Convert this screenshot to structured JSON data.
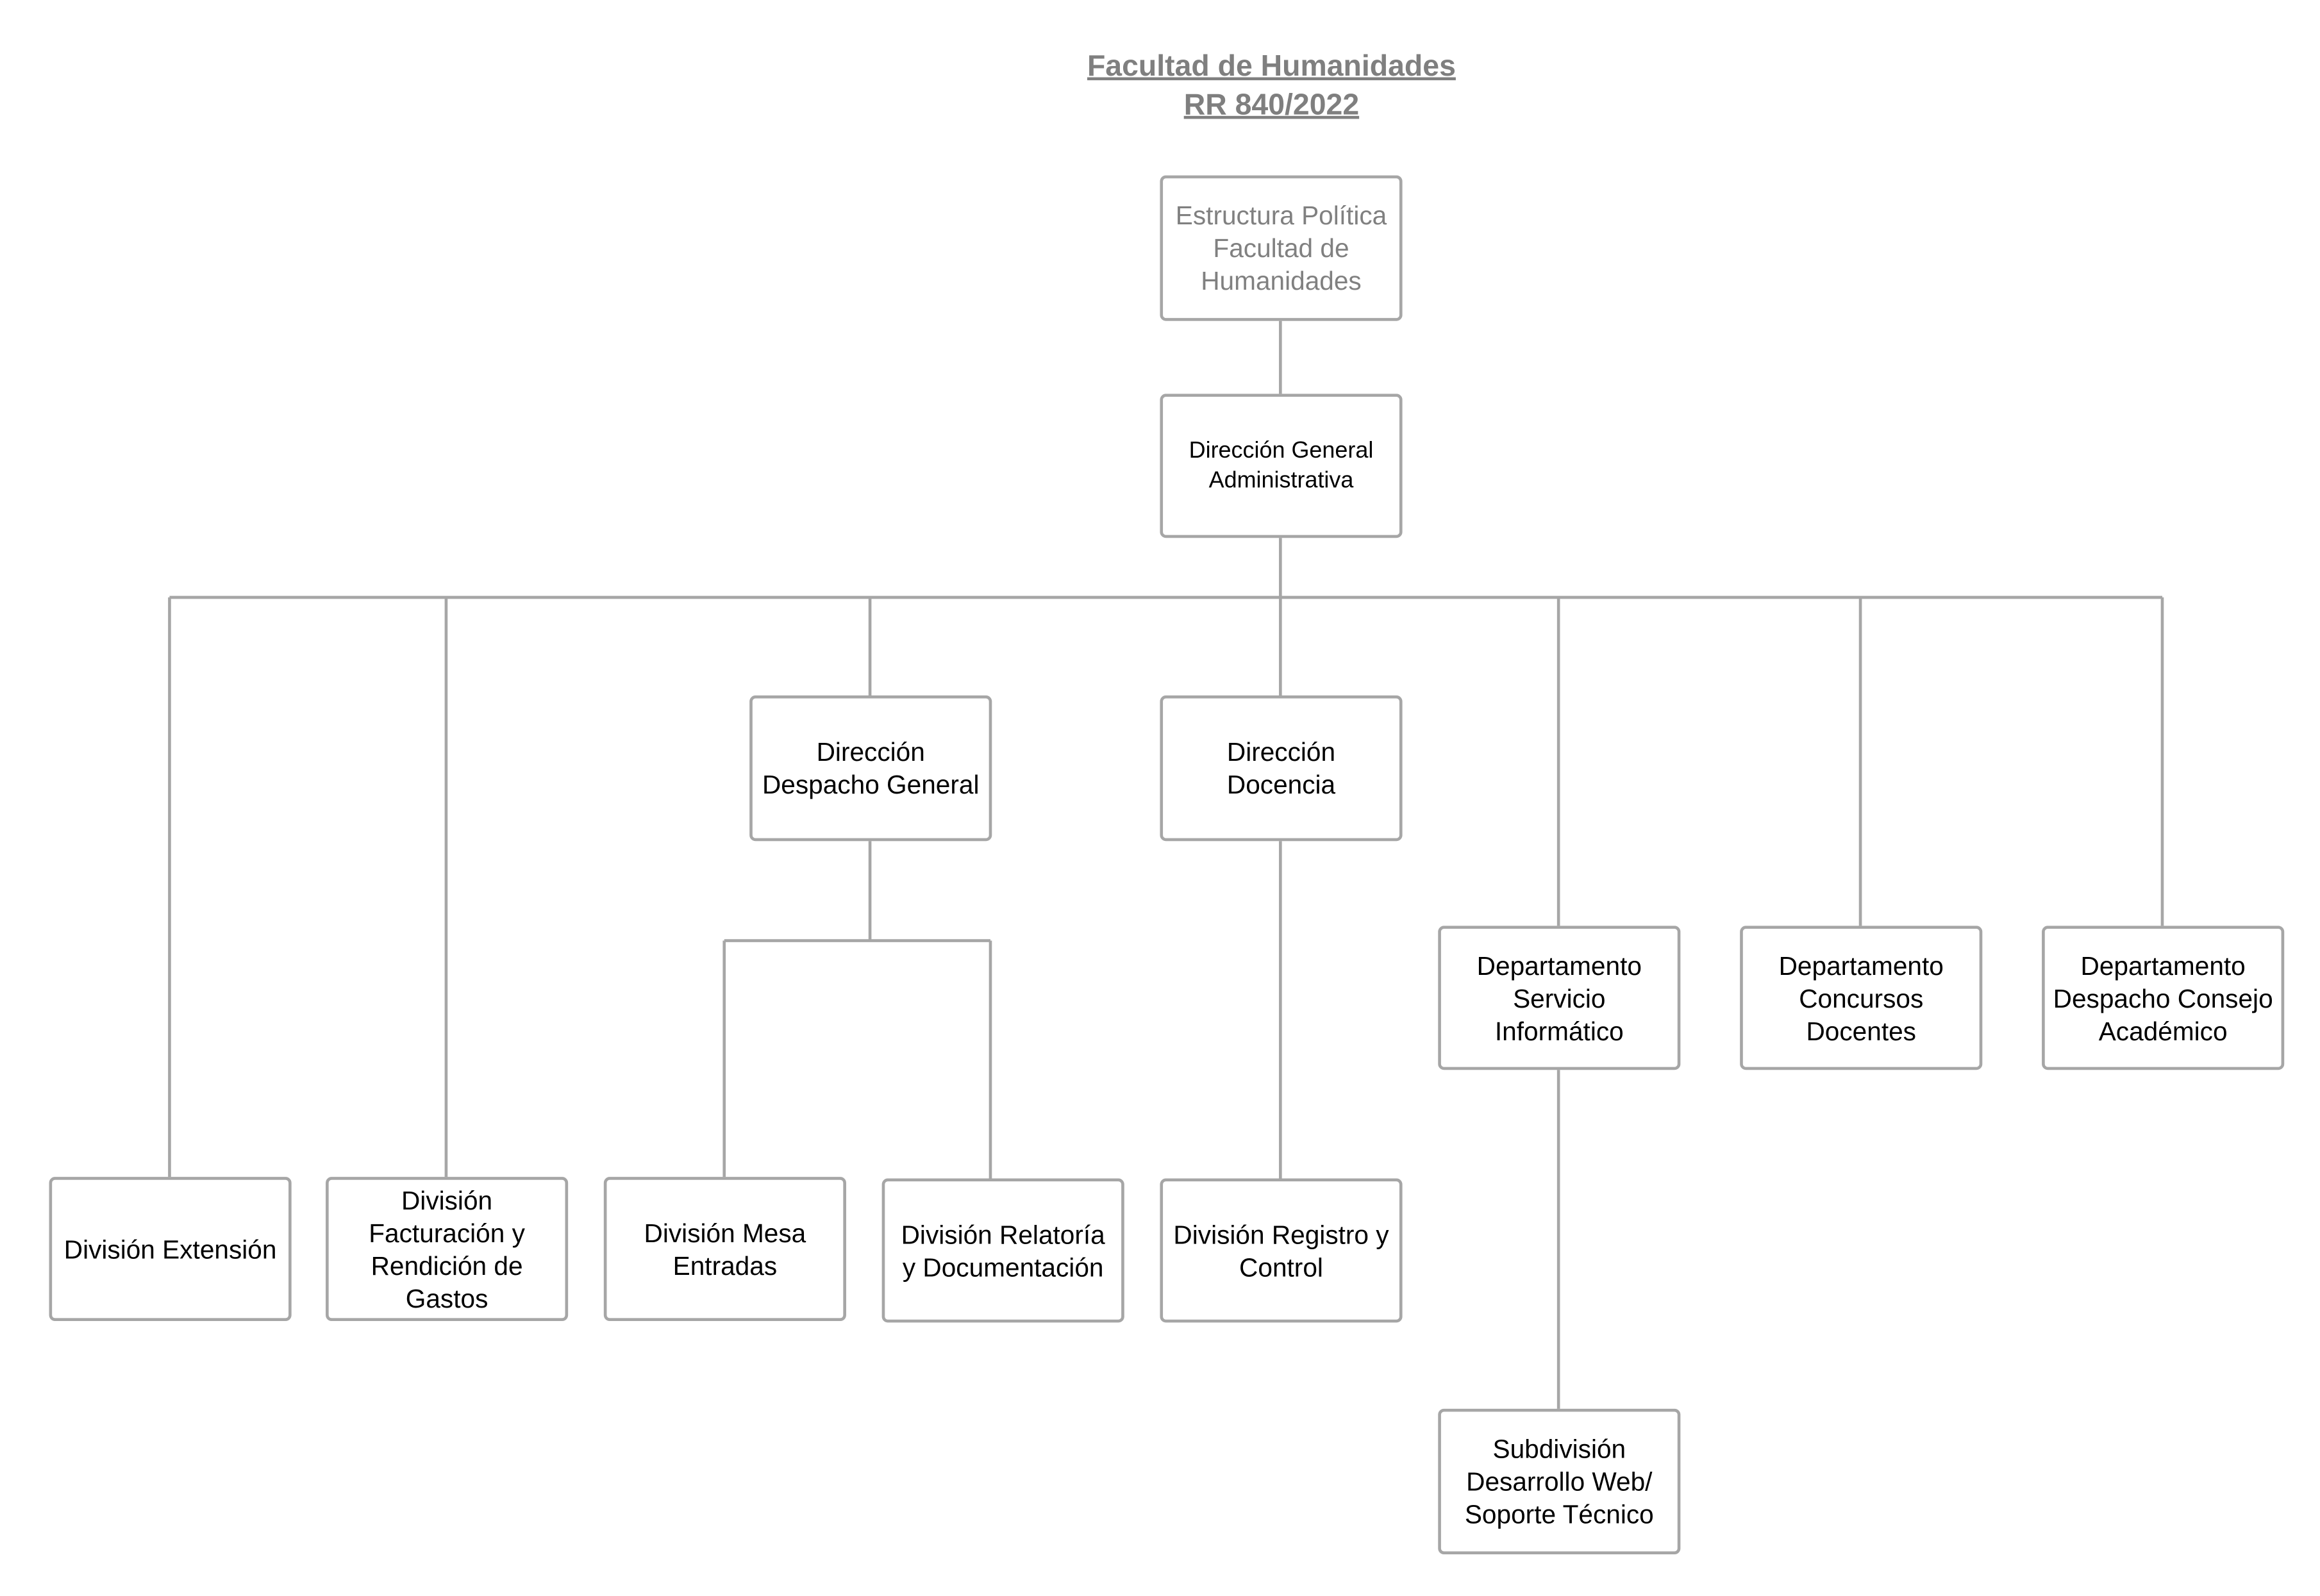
{
  "title": {
    "line1": "Facultad de Humanidades",
    "line2": "RR 840/2022"
  },
  "nodes": {
    "estructura_politica": "Estructura Política\nFacultad de\nHumanidades",
    "direccion_general": "Dirección General\nAdministrativa",
    "direccion_despacho": "Dirección\nDespacho General",
    "direccion_docencia": "Dirección\nDocencia",
    "depto_servicio_informatico": "Departamento\nServicio\nInformático",
    "depto_concursos": "Departamento\nConcursos\nDocentes",
    "depto_despacho_consejo": "Departamento\nDespacho Consejo\nAcadémico",
    "division_extension": "División Extensión",
    "division_facturacion": "División\nFacturación y\nRendición de\nGastos",
    "division_mesa": "División Mesa\nEntradas",
    "division_relatoria": "División Relatoría\ny Documentación",
    "division_registro": "División Registro y\nControl",
    "subdivision_web": "Subdivisión\nDesarrollo Web/\nSoporte Técnico"
  },
  "colors": {
    "box_border": "#a6a6a6",
    "connector": "#a6a6a6",
    "title_text": "#7f7f7f",
    "grey_text": "#808080",
    "text": "#000000"
  }
}
